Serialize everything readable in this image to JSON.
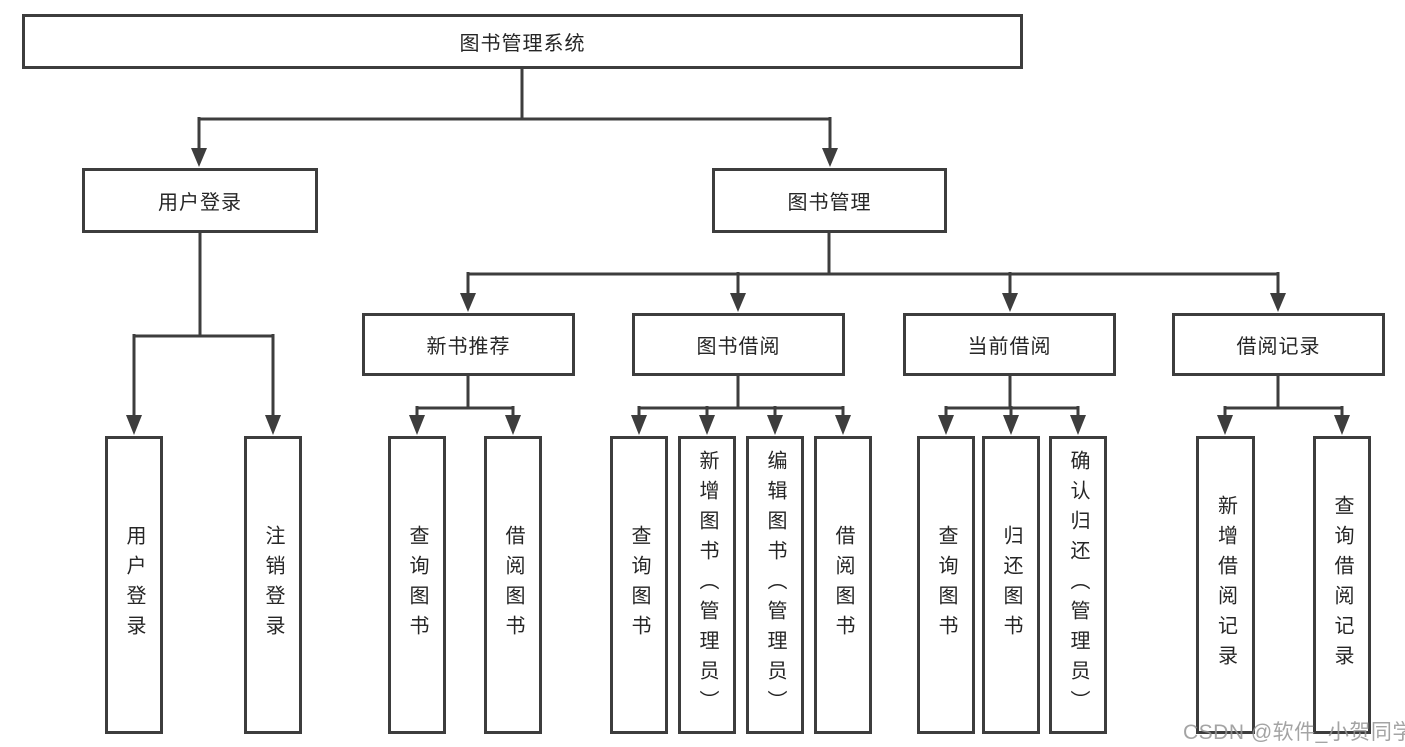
{
  "diagram": {
    "root": {
      "label": "图书管理系统"
    },
    "level2": [
      {
        "label": "用户登录"
      },
      {
        "label": "图书管理"
      }
    ],
    "level3": [
      {
        "label": "新书推荐"
      },
      {
        "label": "图书借阅"
      },
      {
        "label": "当前借阅"
      },
      {
        "label": "借阅记录"
      }
    ],
    "leaves": {
      "user_login": [
        "用户登录",
        "注销登录"
      ],
      "new_book_recommend": [
        "查询图书",
        "借阅图书"
      ],
      "book_borrowing": [
        "查询图书",
        "新增图书（管理员）",
        "编辑图书（管理员）",
        "借阅图书"
      ],
      "current_borrowing": [
        "查询图书",
        "归还图书",
        "确认归还（管理员）"
      ],
      "borrowing_records": [
        "新增借阅记录",
        "查询借阅记录"
      ]
    }
  },
  "watermark": "CSDN @软件_小贺同学",
  "colors": {
    "line": "#3d3d3d",
    "text": "#262626",
    "background": "#ffffff",
    "watermark": "#949494"
  }
}
